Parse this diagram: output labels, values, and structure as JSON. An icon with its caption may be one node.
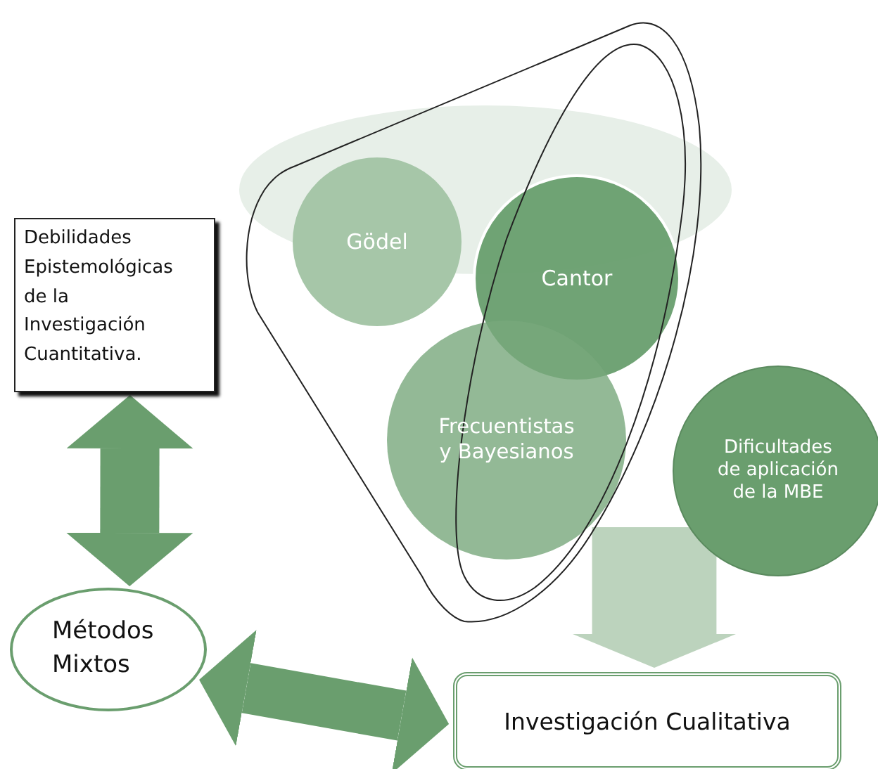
{
  "diagram": {
    "nodes": [
      {
        "text": [
          "Debilidades Epistemológicas de la Investigación Cuantitativa."
        ]
      },
      {
        "text": [
          "Gödel"
        ]
      },
      {
        "text": [
          "Cantor"
        ]
      },
      {
        "text": [
          "Frecuentistas y Bayesianos"
        ]
      },
      {
        "text": [
          "Dificultades de aplicación de la MBE"
        ]
      },
      {
        "text": [
          "Métodos Mixtos"
        ]
      },
      {
        "text": [
          "Investigación Cualitativa"
        ]
      }
    ],
    "edges": [
      {
        "from": 0,
        "to": 5,
        "arrow": "both"
      },
      {
        "from": 5,
        "to": 6,
        "arrow": "both"
      },
      {
        "from": null,
        "to": 6,
        "arrow": "to",
        "style": "thick",
        "color": "#bcd3bd"
      }
    ]
  }
}
